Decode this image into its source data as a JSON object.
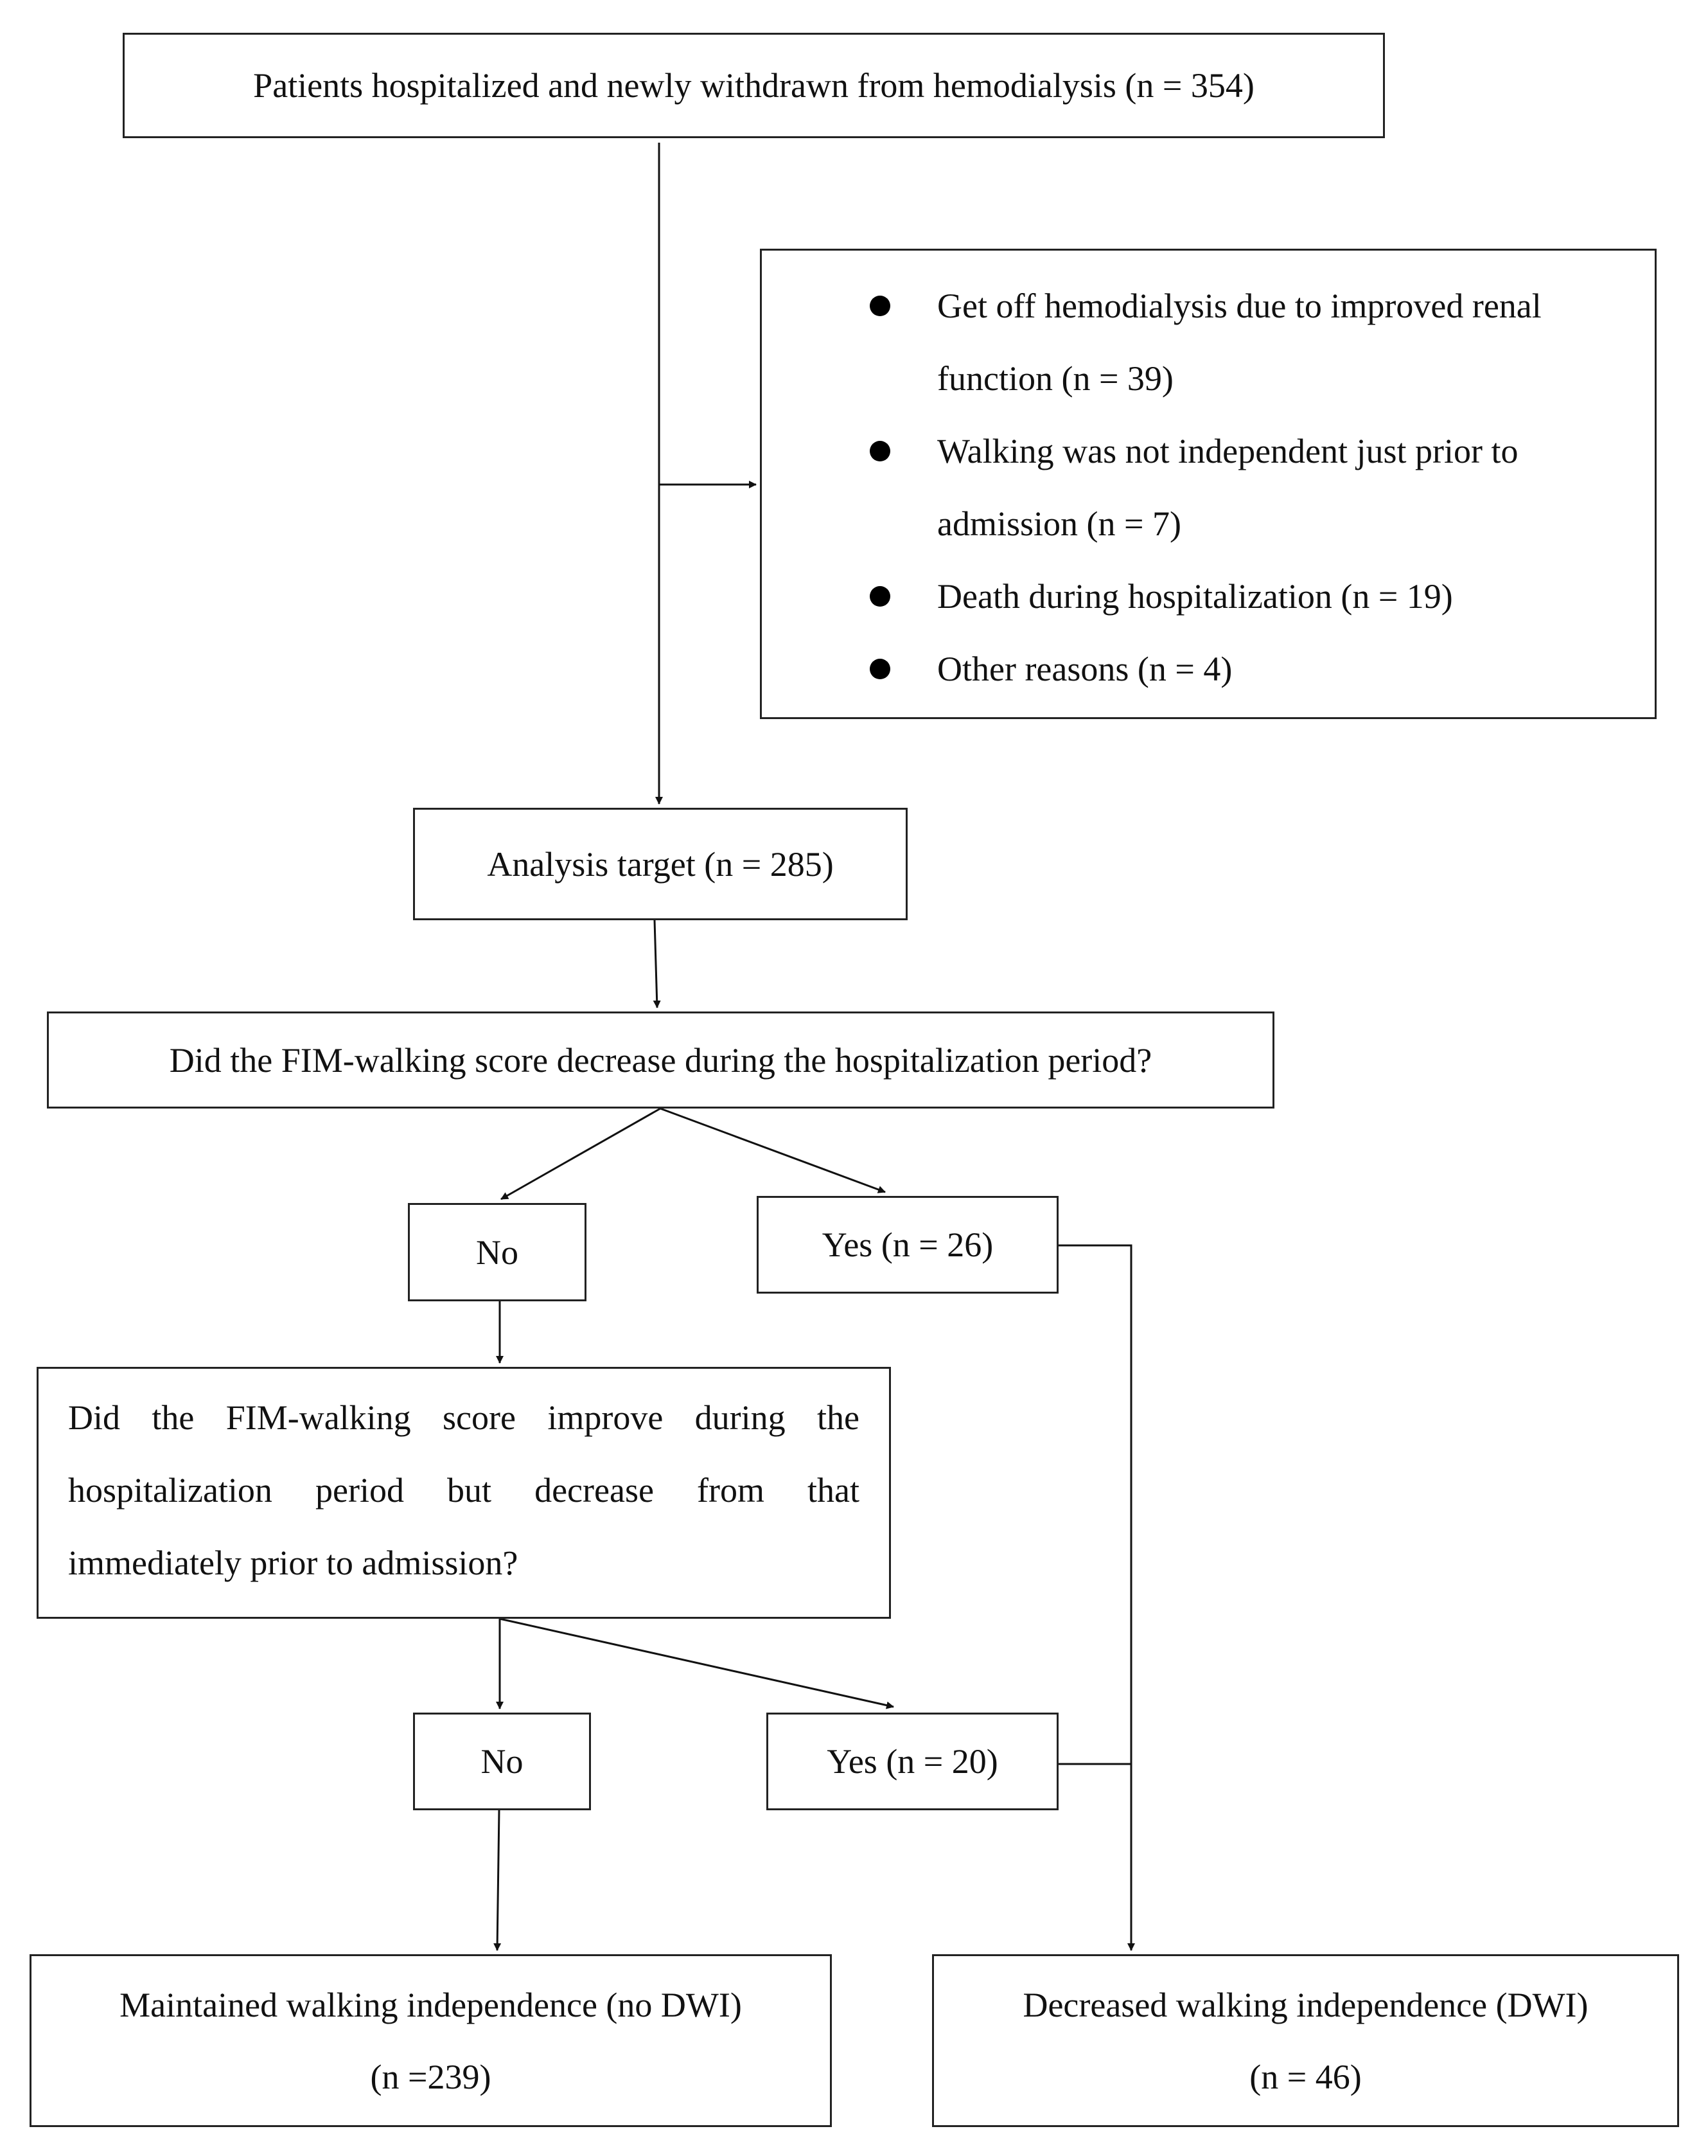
{
  "top_box": {
    "text": "Patients hospitalized and newly withdrawn from hemodialysis (n = 354)"
  },
  "exclusions": {
    "items": [
      "Get off hemodialysis due to improved renal function (n = 39)",
      "Walking was not independent just prior to admission (n = 7)",
      "Death during hospitalization (n = 19)",
      "Other reasons (n = 4)"
    ]
  },
  "analysis_box": {
    "text": "Analysis target (n = 285)"
  },
  "question1": {
    "text": "Did the FIM-walking score decrease during the hospitalization period?",
    "no_label": "No",
    "yes_label": "Yes (n = 26)"
  },
  "question2": {
    "text": "Did the FIM-walking score improve during the hospitalization period but decrease from that immediately prior to admission?",
    "no_label": "No",
    "yes_label": "Yes (n = 20)"
  },
  "outcomes": {
    "maintained": {
      "title": "Maintained walking independence (no DWI)",
      "count": "(n =239)"
    },
    "decreased": {
      "title": "Decreased walking independence (DWI)",
      "count": "(n = 46)"
    }
  },
  "colors": {
    "line": "#111111",
    "border": "#222222",
    "background": "#ffffff"
  }
}
